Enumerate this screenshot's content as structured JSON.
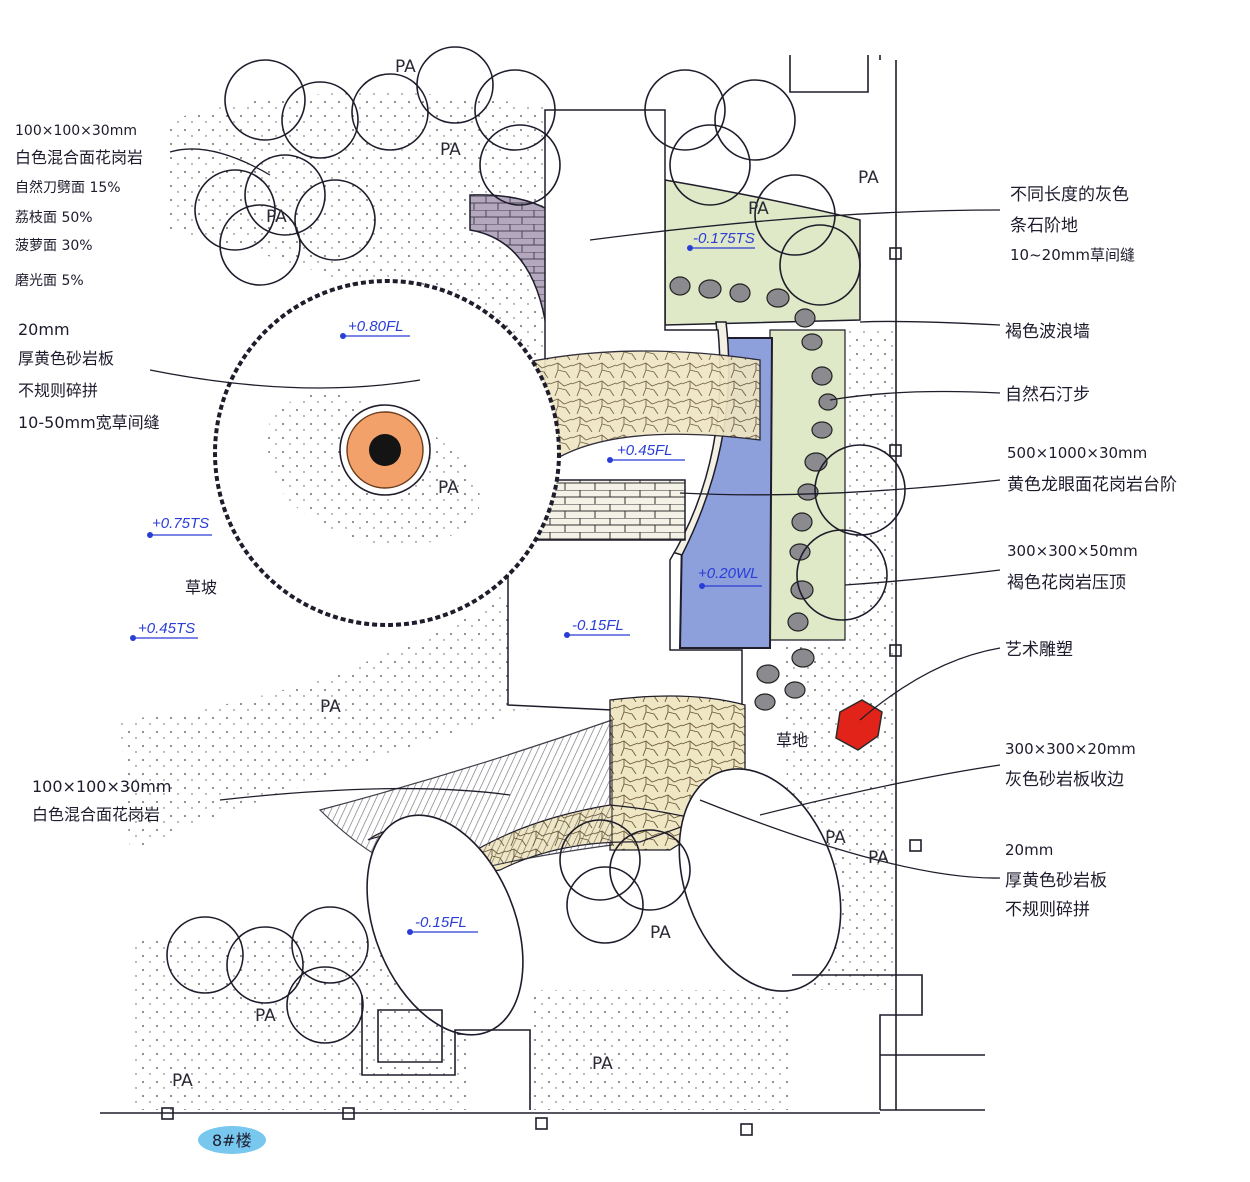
{
  "plan": {
    "building_label": "8#楼",
    "pa_label": "PA",
    "lawn_label": "草坡",
    "lawn_label_2": "草地"
  },
  "elevations": [
    {
      "id": "e1",
      "text": "-0.175TS"
    },
    {
      "id": "e2",
      "text": "+0.80FL"
    },
    {
      "id": "e3",
      "text": "+0.45FL"
    },
    {
      "id": "e4",
      "text": "+0.75TS"
    },
    {
      "id": "e5",
      "text": "+0.45TS"
    },
    {
      "id": "e6",
      "text": "-0.15FL"
    },
    {
      "id": "e7",
      "text": "+0.20WL"
    },
    {
      "id": "e8",
      "text": "-0.15FL"
    }
  ],
  "annotations_left": [
    {
      "lines": [
        "100×100×30mm",
        "白色混合面花岗岩",
        "自然刀劈面  15%",
        "荔枝面  50%",
        "菠萝面  30%",
        "磨光面  5%"
      ]
    },
    {
      "lines": [
        "20mm",
        "厚黄色砂岩板",
        "不规则碎拼",
        "10-50mm宽草间缝"
      ]
    },
    {
      "lines": [
        "100×100×30mm",
        "白色混合面花岗岩"
      ]
    }
  ],
  "annotations_right": [
    {
      "lines": [
        "不同长度的灰色",
        "条石阶地",
        "10~20mm草间缝"
      ]
    },
    {
      "lines": [
        "褐色波浪墙"
      ]
    },
    {
      "lines": [
        "自然石汀步"
      ]
    },
    {
      "lines": [
        "500×1000×30mm",
        "黄色龙眼面花岗岩台阶"
      ]
    },
    {
      "lines": [
        "300×300×50mm",
        "褐色花岗岩压顶"
      ]
    },
    {
      "lines": [
        "艺术雕塑"
      ]
    },
    {
      "lines": [
        "300×300×20mm",
        "灰色砂岩板收边"
      ]
    },
    {
      "lines": [
        "20mm",
        "厚黄色砂岩板",
        "不规则碎拼"
      ]
    }
  ],
  "colors": {
    "ink": "#1f1d2b",
    "elevation_blue": "#2a3dd6",
    "water": "#8ea0dc",
    "paving_gray": "#a59bb0",
    "sculpture_red": "#e2231a",
    "lawn_green": "#dfe8c7",
    "pebble_gray": "#8b8a8f",
    "sandstone": "#cfc08a",
    "planter_orange": "#f2a16a"
  }
}
